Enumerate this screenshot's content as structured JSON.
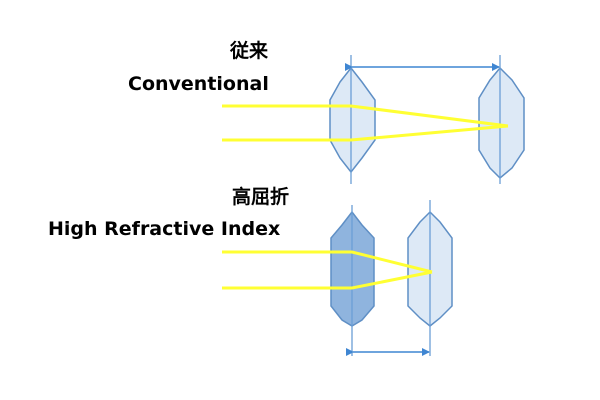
{
  "conventional": {
    "label_jp": "従来",
    "label_en": "Conventional"
  },
  "high_refractive": {
    "label_jp": "高屈折",
    "label_en": "High Refractive Index"
  },
  "colors": {
    "ray": "#ffff33",
    "lens_light_fill": "#dde9f6",
    "lens_dark_fill": "#8fb4de",
    "lens_stroke": "#5f8fc5",
    "axis_line": "#6b9fd6",
    "arrow": "#3f86d2"
  }
}
